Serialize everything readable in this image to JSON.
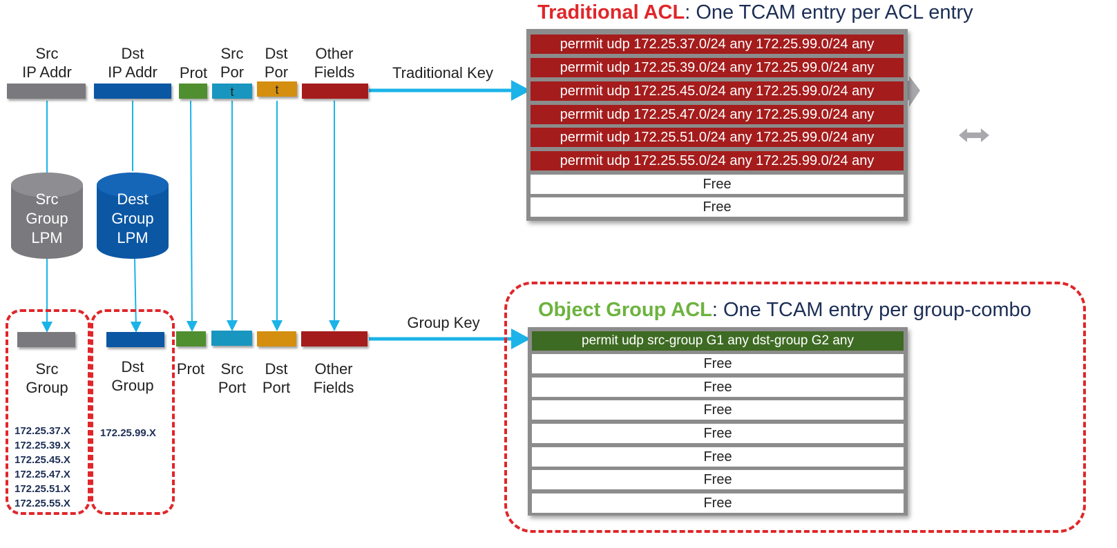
{
  "top_fields": {
    "src_ip": "Src\nIP Addr",
    "dst_ip": "Dst\nIP Addr",
    "prot": "Prot",
    "src_port": "Src\nPor",
    "dst_port": "Dst\nPor",
    "other": "Other\nFields",
    "src_port_bar": "t",
    "dst_port_bar": "t"
  },
  "traditional_key_label": "Traditional Key",
  "group_key_label": "Group Key",
  "lpm": {
    "src": [
      "Src",
      "Group",
      "LPM"
    ],
    "dst": [
      "Dest",
      "Group",
      "LPM"
    ]
  },
  "bottom_fields": {
    "src_group": "Src\nGroup",
    "dst_group": "Dst\nGroup",
    "prot": "Prot",
    "src_port": "Src\nPort",
    "dst_port": "Dst\nPort",
    "other": "Other\nFields"
  },
  "src_ips": [
    "172.25.37.X",
    "172.25.39.X",
    "172.25.45.X",
    "172.25.47.X",
    "172.25.51.X",
    "172.25.55.X"
  ],
  "dst_ips": [
    "172.25.99.X"
  ],
  "traditional": {
    "title_bold": "Traditional ACL",
    "title_rest": ": One TCAM entry per ACL entry",
    "rows": [
      "perrmit udp 172.25.37.0/24 any 172.25.99.0/24 any",
      "perrmit udp 172.25.39.0/24 any 172.25.99.0/24 any",
      "perrmit udp 172.25.45.0/24 any 172.25.99.0/24 any",
      "perrmit udp 172.25.47.0/24 any 172.25.99.0/24 any",
      "perrmit udp 172.25.51.0/24 any 172.25.99.0/24 any",
      "perrmit udp 172.25.55.0/24 any 172.25.99.0/24 any",
      "Free",
      "Free"
    ]
  },
  "object_group": {
    "title_bold": "Object Group ACL",
    "title_rest": ": One TCAM entry per group-combo",
    "rows": [
      "permit udp src-group G1 any dst-group G2 any",
      "Free",
      "Free",
      "Free",
      "Free",
      "Free",
      "Free",
      "Free"
    ]
  },
  "colors": {
    "src_ip": "#7a7a7e",
    "dst_ip": "#0b57a4",
    "prot": "#4f8f30",
    "port_src": "#1896bf",
    "port_dst": "#d48e10",
    "other": "#a51c1c",
    "arrow": "#1bb3e8",
    "title_red": "#e0262a",
    "title_green": "#6db33f"
  }
}
